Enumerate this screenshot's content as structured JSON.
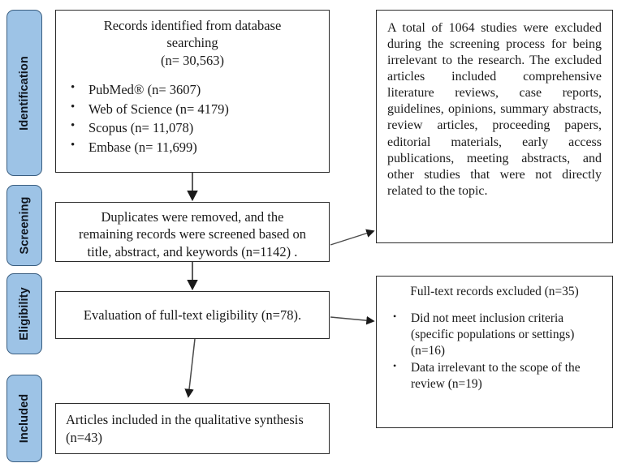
{
  "diagram": {
    "title": "PRISMA study selection flow diagram",
    "accent_color": "#9DC3E6",
    "accent_border_color": "#3A5E80",
    "box_border_color": "#2b2b2b",
    "background_color": "#ffffff"
  },
  "stages": [
    {
      "label": "Identification"
    },
    {
      "label": "Screening"
    },
    {
      "label": "Eligibility"
    },
    {
      "label": "Included"
    }
  ],
  "boxes": {
    "identification": {
      "heading_line1": "Records identified from database",
      "heading_line2": "searching",
      "heading_line3": "(n= 30,563)",
      "sources": [
        "PubMed® (n= 3607)",
        "Web of Science (n= 4179)",
        "Scopus (n= 11,078)",
        "Embase (n= 11,699)"
      ]
    },
    "screening": {
      "line1": "Duplicates were removed, and the",
      "line2": "remaining records were screened based on",
      "line3": "title, abstract, and keywords (n=1142) ."
    },
    "eligibility": {
      "text": "Evaluation of full-text eligibility (n=78)."
    },
    "included": {
      "line1": "Articles included in the qualitative synthesis",
      "line2": "(n=43)"
    },
    "excluded_screening": {
      "text": "A total of 1064  studies were excluded during the screening process for being irrelevant to the research. The excluded articles included comprehensive literature reviews, case reports, guidelines, opinions, summary abstracts, review articles, proceeding papers, editorial materials, early access publications, meeting abstracts, and other studies that were not directly related to the topic."
    },
    "excluded_fulltext": {
      "heading": "Full-text records excluded (n=35)",
      "reasons": [
        "Did not meet inclusion criteria (specific populations or settings) (n=16)",
        "Data irrelevant to the scope of the review (n=19)"
      ]
    }
  },
  "chart_data": {
    "type": "diagram",
    "title": "PRISMA flow of study selection",
    "nodes": [
      {
        "id": "identification",
        "stage": "Identification",
        "n": 30563,
        "breakdown": {
          "PubMed": 3607,
          "Web of Science": 4179,
          "Scopus": 11078,
          "Embase": 11699
        }
      },
      {
        "id": "screening",
        "stage": "Screening",
        "n": 1142
      },
      {
        "id": "excluded_screening",
        "stage": "Screening",
        "n": 1064
      },
      {
        "id": "eligibility",
        "stage": "Eligibility",
        "n": 78
      },
      {
        "id": "excluded_fulltext",
        "stage": "Eligibility",
        "n": 35,
        "breakdown": {
          "Did not meet inclusion criteria": 16,
          "Data irrelevant to scope": 19
        }
      },
      {
        "id": "included",
        "stage": "Included",
        "n": 43
      }
    ],
    "edges": [
      {
        "from": "identification",
        "to": "screening"
      },
      {
        "from": "screening",
        "to": "excluded_screening"
      },
      {
        "from": "screening",
        "to": "eligibility"
      },
      {
        "from": "eligibility",
        "to": "excluded_fulltext"
      },
      {
        "from": "eligibility",
        "to": "included"
      }
    ]
  }
}
